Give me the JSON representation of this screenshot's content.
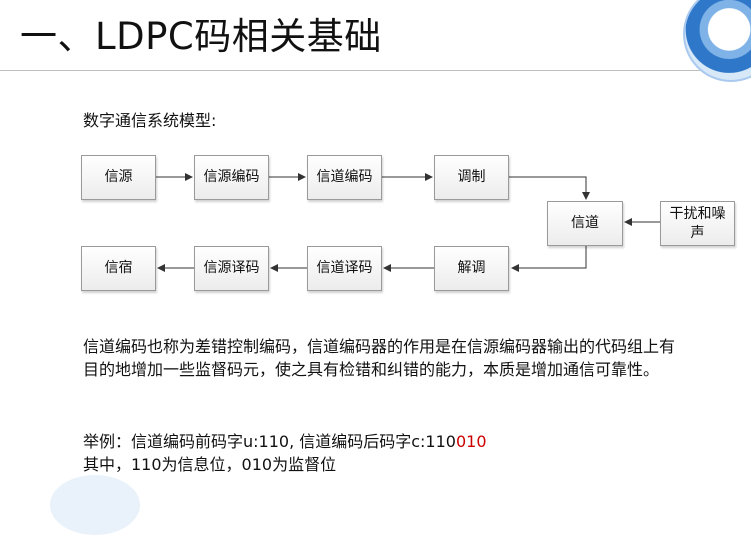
{
  "header": {
    "title": "一、LDPC码相关基础"
  },
  "section": {
    "subtitle": "数字通信系统模型:"
  },
  "diagram": {
    "boxes": {
      "source": "信源",
      "source_encoder": "信源编码",
      "channel_encoder": "信道编码",
      "modulation": "调制",
      "channel": "信道",
      "noise": "干扰和噪声",
      "demodulation": "解调",
      "channel_decoder": "信道译码",
      "source_decoder": "信源译码",
      "sink": "信宿"
    }
  },
  "body": {
    "paragraph": "信道编码也称为差错控制编码，信道编码器的作用是在信源编码器输出的代码组上有目的地增加一些监督码元，使之具有检错和纠错的能力，本质是增加通信可靠性。",
    "example_prefix": "举例：信道编码前码字u:110, 信道编码后码字c:110",
    "example_check_bits": "010",
    "example_line2": "其中，110为信息位，010为监督位"
  },
  "colors": {
    "check_bits": "#cc0000",
    "box_border": "#9a9a9a",
    "arrow": "#333333"
  }
}
